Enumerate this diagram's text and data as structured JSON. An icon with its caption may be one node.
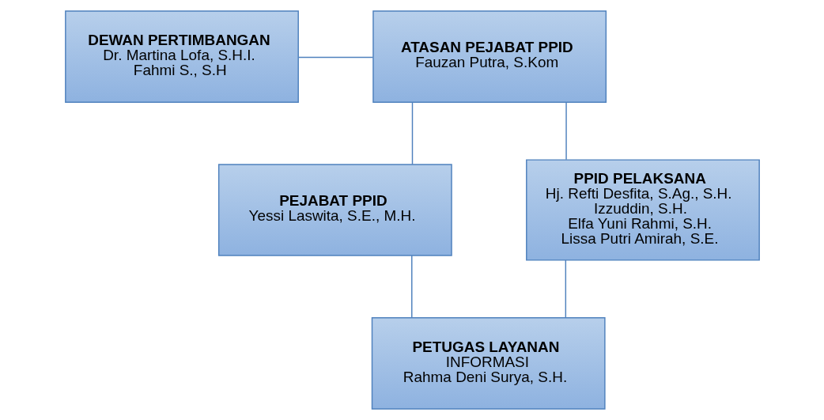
{
  "diagram": {
    "nodes": [
      {
        "text": [
          "DEWAN PERTIMBANGAN",
          "Dr. Martina Lofa, S.H.I.",
          "Fahmi S., S.H"
        ]
      },
      {
        "text": [
          "ATASAN PEJABAT PPID",
          "Fauzan Putra, S.Kom"
        ]
      },
      {
        "text": [
          "PEJABAT PPID",
          "Yessi Laswita, S.E., M.H."
        ]
      },
      {
        "text": [
          "PETUGAS LAYANAN",
          "INFORMASI",
          "Rahma Deni Surya, S.H."
        ]
      },
      {
        "text": [
          "PPID PELAKSANA",
          "Hj. Refti Desfita, S.Ag., S.H.",
          "Izzuddin, S.H.",
          "Elfa Yuni Rahmi, S.H.",
          "Lissa Putri Amirah, S.E."
        ]
      }
    ],
    "edges": [
      {
        "from": 0,
        "to": 1,
        "arrow": "none"
      },
      {
        "from": 1,
        "to": 2,
        "arrow": "none"
      },
      {
        "from": 2,
        "to": 3,
        "arrow": "none"
      },
      {
        "from": 1,
        "to": 4,
        "arrow": "none"
      },
      {
        "from": 4,
        "to": 3,
        "arrow": "none"
      }
    ]
  }
}
